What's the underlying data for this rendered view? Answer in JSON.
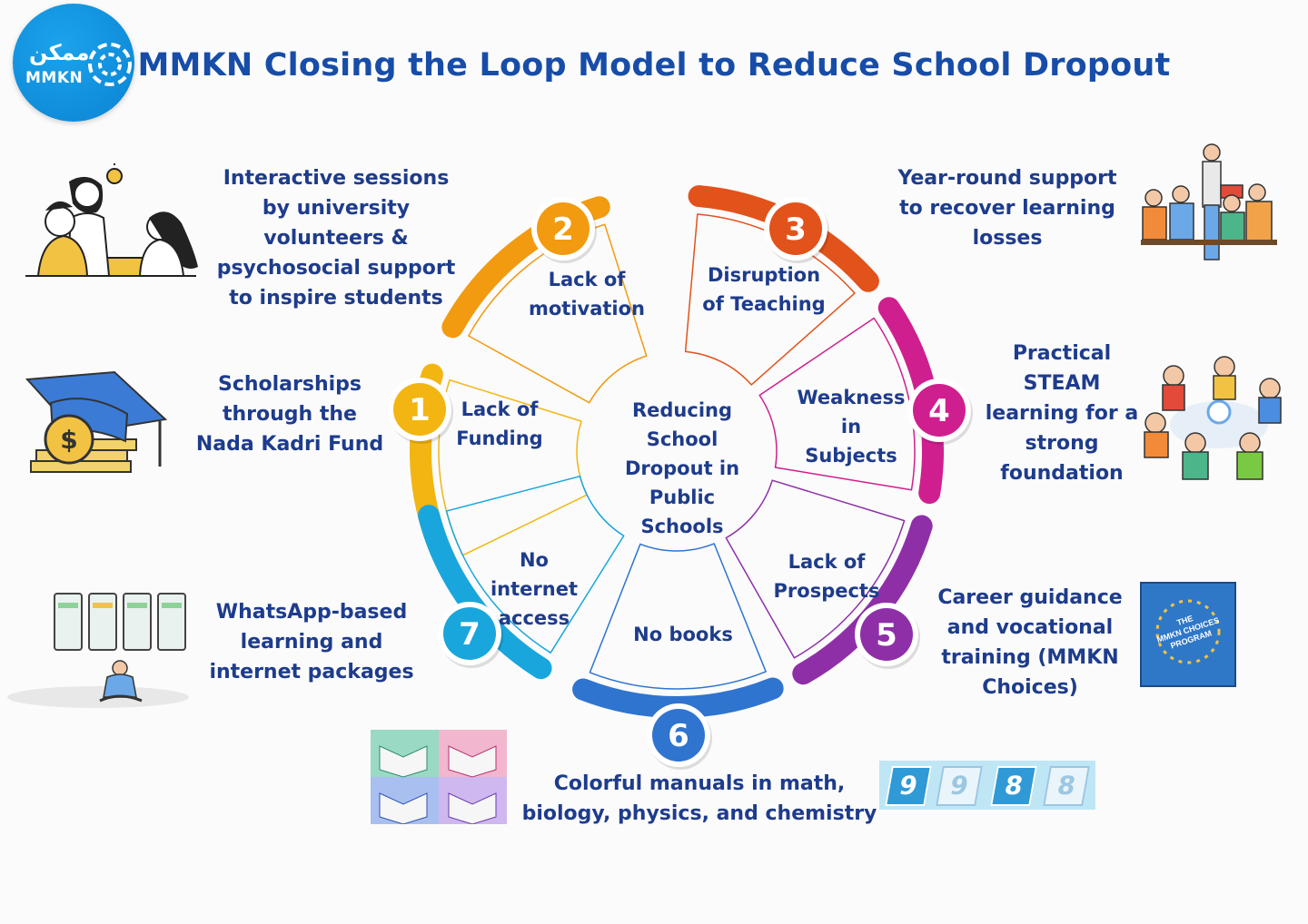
{
  "logo": {
    "arabic": "ممكن",
    "english": "MMKN"
  },
  "title": "MMKN Closing the Loop Model to Reduce School Dropout",
  "center": "Reducing School Dropout in Public Schools",
  "segments": [
    {
      "number": "1",
      "label": "Lack of Funding",
      "color": "#f3b512",
      "solution": "Scholarships through the Nada Kadri Fund"
    },
    {
      "number": "2",
      "label": "Lack of motivation",
      "color": "#f29a10",
      "solution": "Interactive sessions by university volunteers & psychosocial support to inspire students"
    },
    {
      "number": "3",
      "label": "Disruption of Teaching",
      "color": "#e2521b",
      "solution": "Year-round support to recover learning losses"
    },
    {
      "number": "4",
      "label": "Weakness in Subjects",
      "color": "#cf1f8f",
      "solution": "Practical STEAM learning for a strong foundation"
    },
    {
      "number": "5",
      "label": "Lack of Prospects",
      "color": "#8e2fa8",
      "solution": "Career guidance and vocational training (MMKN Choices)"
    },
    {
      "number": "6",
      "label": "No books",
      "color": "#2f74cf",
      "solution": "Colorful manuals in math, biology, physics, and chemistry"
    },
    {
      "number": "7",
      "label": "No internet access",
      "color": "#19a6dc",
      "solution": "WhatsApp-based learning and internet packages"
    }
  ],
  "labels": {
    "seg1": [
      "Lack of",
      "Funding"
    ],
    "seg2": [
      "Lack of",
      "motivation"
    ],
    "seg3": [
      "Disruption",
      "of Teaching"
    ],
    "seg4": [
      "Weakness",
      "in",
      "Subjects"
    ],
    "seg5": [
      "Lack of",
      "Prospects"
    ],
    "seg6": [
      "No books"
    ],
    "seg7": [
      "No",
      "internet",
      "access"
    ],
    "center": [
      "Reducing",
      "School",
      "Dropout in",
      "Public",
      "Schools"
    ],
    "sol1": [
      "Scholarships",
      "through the",
      "Nada Kadri Fund"
    ],
    "sol2": [
      "Interactive sessions",
      "by university",
      "volunteers &",
      "psychosocial support",
      "to inspire students"
    ],
    "sol3": [
      "Year-round support",
      "to recover learning",
      "losses"
    ],
    "sol4": [
      "Practical",
      "STEAM",
      "learning for a",
      "strong",
      "foundation"
    ],
    "sol5": [
      "Career guidance",
      "and vocational",
      "training (MMKN",
      "Choices)"
    ],
    "sol6": [
      "Colorful manuals in math,",
      "biology, physics, and chemistry"
    ],
    "sol7": [
      "WhatsApp-based",
      "learning and",
      "internet packages"
    ]
  },
  "book_cover": [
    "THE",
    "MMKN CHOICES",
    "PROGRAM"
  ],
  "manual_numbers": [
    "9",
    "9",
    "8",
    "8"
  ]
}
